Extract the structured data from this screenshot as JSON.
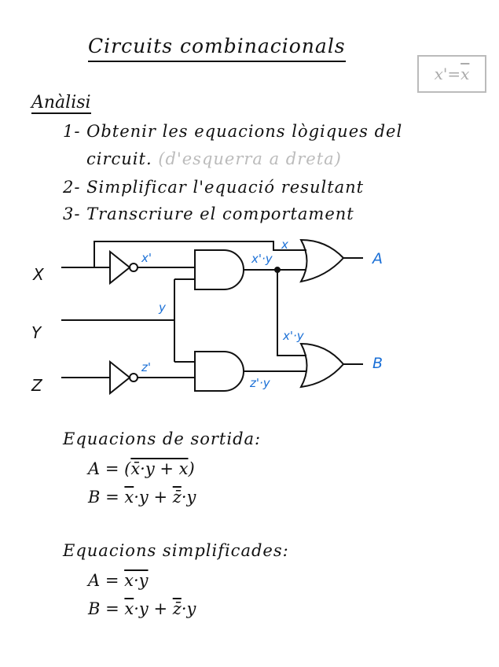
{
  "title": "Circuits combinacionals",
  "note_box": {
    "lhs": "x'",
    "eq": " = ",
    "rhs": "x"
  },
  "section": "Anàlisi",
  "steps": [
    {
      "text": "1- Obtenir les equacions lògiques del",
      "cont": "circuit.",
      "hint": "(d'esquerra a dreta)"
    },
    {
      "text": "2- Simplificar l'equació resultant"
    },
    {
      "text": "3- Transcriure el comportament"
    }
  ],
  "circuit": {
    "inputs": [
      "X",
      "Y",
      "Z"
    ],
    "outputs": [
      "A",
      "B"
    ],
    "labels": {
      "x_not": "x'",
      "x": "x",
      "and1": "x'·y",
      "y": "y",
      "and1_b": "x'·y",
      "z_not": "z'",
      "and2": "z'·y"
    },
    "label_color": "#1a6fd6"
  },
  "output_equations": {
    "heading": "Equacions de sortida:",
    "a_prefix": "A = (",
    "a_bar": "x̄·y + x",
    "a_suffix": ")",
    "b_prefix": "B = ",
    "b_x": "x",
    "b_mid": "·y + ",
    "b_z": "z̄",
    "b_end": "·y"
  },
  "simplified_equations": {
    "heading": "Equacions simplificades:",
    "a_prefix": "A = ",
    "a_bar": "x·y",
    "b_prefix": "B = ",
    "b_x": "x",
    "b_mid": "·y + ",
    "b_z": "z̄",
    "b_end": "·y"
  }
}
